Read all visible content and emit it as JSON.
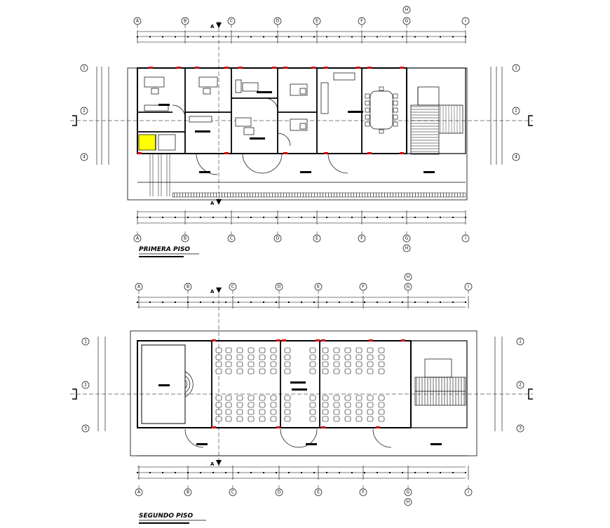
{
  "floors": [
    {
      "title": "PRIMERA PISO"
    },
    {
      "title": "SEGUNDO PISO"
    }
  ],
  "grid_columns": [
    "A",
    "B",
    "C",
    "D",
    "E",
    "F",
    "G",
    "I"
  ],
  "grid_h": "H",
  "grid_rows": [
    "1",
    "2",
    "4"
  ],
  "grid_rows_second": [
    "1",
    "2",
    "3"
  ],
  "section_marker": "A",
  "colors": {
    "line": "#000000",
    "door": "#d40000",
    "stair_shade": "#000000"
  }
}
